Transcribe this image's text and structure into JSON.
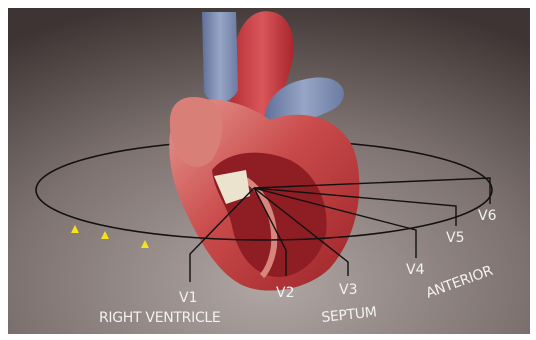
{
  "figure": {
    "lead_labels": [
      "V1",
      "V2",
      "V3",
      "V4",
      "V5",
      "V6"
    ],
    "region_labels": {
      "right_ventricle": "RIGHT VENTRICLE",
      "septum": "SEPTUM",
      "anterior": "ANTERIOR"
    },
    "colors": {
      "background_dark": "#3d3433",
      "background_light": "#b0a6a3",
      "heart_muscle": "#c2383d",
      "heart_muscle_light": "#e69a93",
      "vessels": "#7e8fb5",
      "lead_lines": "#111111",
      "marker_dots": "#f5e21b",
      "label_text": "#f2f2f2"
    }
  }
}
